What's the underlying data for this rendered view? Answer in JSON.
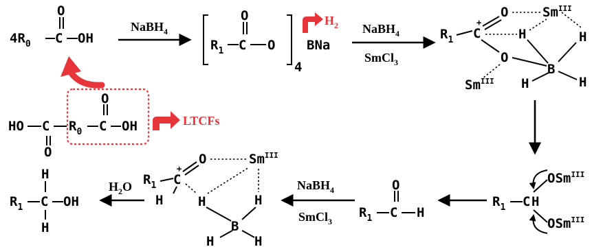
{
  "colors": {
    "accent": "#e8353a",
    "ink": "#000000"
  },
  "labels": {
    "top_left_acid_coef": "4R",
    "top_left_acid_sub": "0",
    "O": "O",
    "OH": "OH",
    "C": "C",
    "R1": "R",
    "R_sub_1": "1",
    "R_sub_0": "0",
    "bracket_subscript": "4",
    "BNa": "BNa",
    "H": "H",
    "B": "B",
    "HO": "HO",
    "Sm": "Sm",
    "Sm_ox": "III",
    "plus": "+"
  },
  "reagents": {
    "step1": "NaBH4",
    "step2_top": "NaBH4",
    "step2_bottom": "SmCl3",
    "step_bottom_top": "NaBH4",
    "step_bottom_bottom": "SmCl3",
    "hydrolysis": "H2O"
  },
  "byproducts": {
    "gas": "H2",
    "ltcf": "LTCFs"
  },
  "icons": [
    "red-curved-arrow",
    "red-bent-arrow",
    "reaction-arrow"
  ]
}
